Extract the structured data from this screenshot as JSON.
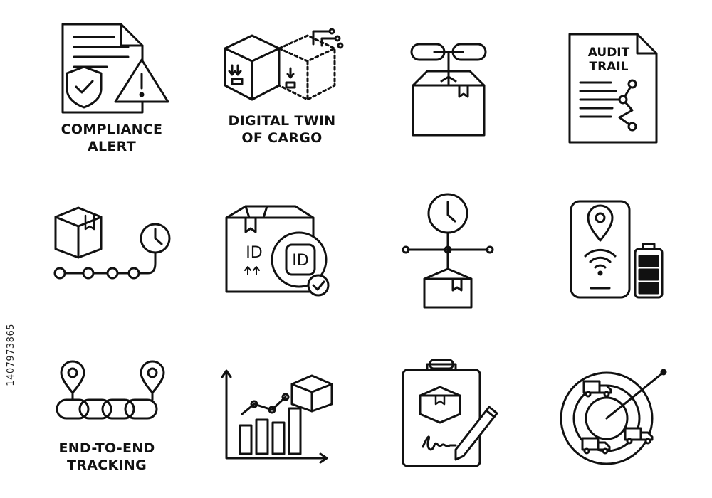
{
  "icons": [
    {
      "id": "compliance-alert",
      "label_lines": [
        "COMPLIANCE",
        "ALERT"
      ]
    },
    {
      "id": "digital-twin",
      "label_lines": [
        "DIGITAL TWIN",
        "OF CARGO"
      ]
    },
    {
      "id": "chain-box"
    },
    {
      "id": "audit-trail",
      "doc_lines": [
        "AUDIT",
        "TRAIL"
      ]
    },
    {
      "id": "timeline-box"
    },
    {
      "id": "cargo-id",
      "box_text": "ID",
      "badge_text": "ID"
    },
    {
      "id": "clock-box"
    },
    {
      "id": "mobile-location"
    },
    {
      "id": "end-to-end-tracking",
      "label_lines": [
        "END-TO-END",
        "TRACKING"
      ]
    },
    {
      "id": "growth-chart"
    },
    {
      "id": "signed-clipboard"
    },
    {
      "id": "radar-trucks"
    }
  ],
  "stock_id": "1407973865",
  "colors": {
    "stroke": "#111111",
    "background": "#ffffff"
  }
}
